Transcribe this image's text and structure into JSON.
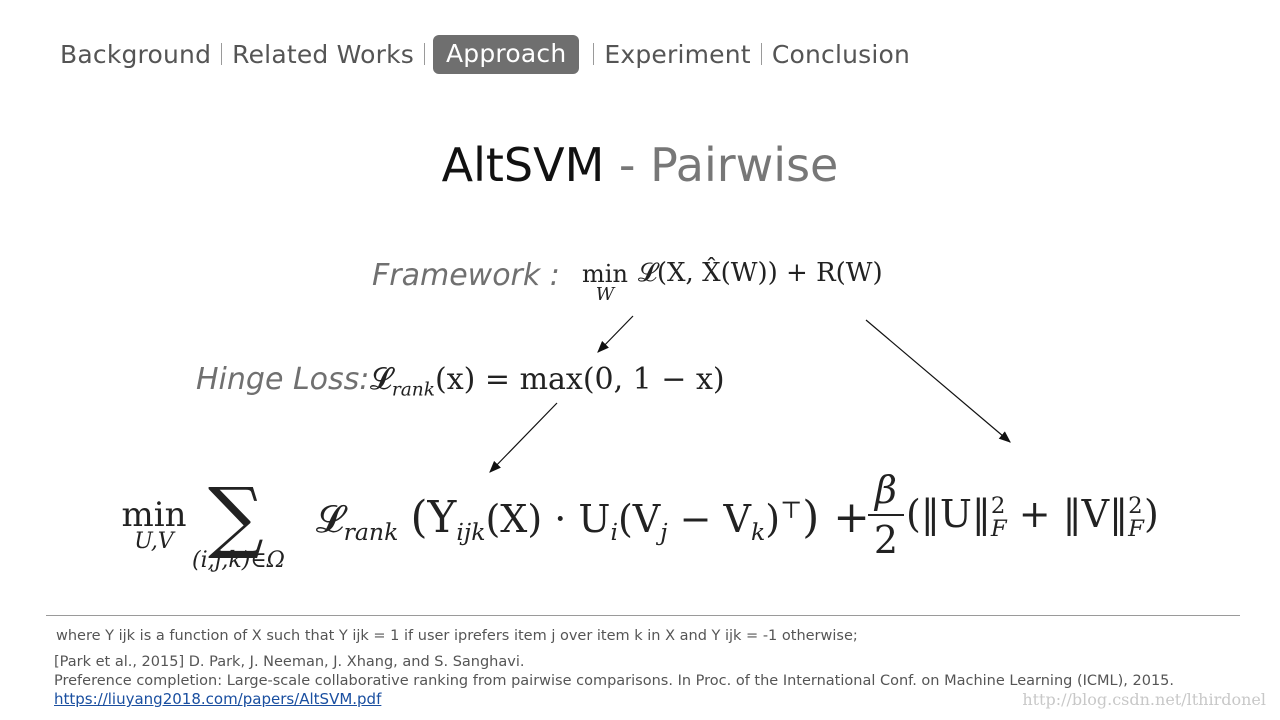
{
  "nav": {
    "items": [
      {
        "label": "Background",
        "active": false
      },
      {
        "label": "Related Works",
        "active": false
      },
      {
        "label": "Approach",
        "active": true
      },
      {
        "label": "Experiment",
        "active": false
      },
      {
        "label": "Conclusion",
        "active": false
      }
    ]
  },
  "title": {
    "main": "AltSVM",
    "sep": " - ",
    "sub": "Pairwise"
  },
  "framework": {
    "label": "Framework :",
    "min": "min",
    "min_sub": "W",
    "expr": "𝓛(X, X̂(W)) + R(W)"
  },
  "hinge": {
    "label": "Hinge Loss:",
    "expr_L": "𝓛",
    "expr_sub": "rank",
    "expr_rest": "(x) = max(0, 1 − x)"
  },
  "formula": {
    "min": "min",
    "min_sub": "U,V",
    "sum": "∑",
    "sum_sub": "(i,j,k)∈Ω",
    "loss_L": "𝓛",
    "loss_sub": "rank",
    "body_a": "(Y",
    "body_a_sub": "ijk",
    "body_b": "(X) · U",
    "body_b_sub": "i",
    "body_c": "(V",
    "body_c_sub": "j",
    "body_d": " − V",
    "body_d_sub": "k",
    "body_e": ")",
    "body_e_sup": "⊤",
    "body_f": ") +",
    "frac_num": "β",
    "frac_den": "2",
    "reg_a": "(‖U‖",
    "reg_a_sub": "F",
    "reg_a_sup": "2",
    "reg_b": " + ‖V‖",
    "reg_b_sub": "F",
    "reg_b_sup": "2",
    "reg_c": ")"
  },
  "footnote": {
    "where": "where Y ijk is a function of X such that Y ijk = 1 if user iprefers item j over item k in X and Y ijk = -1 otherwise;",
    "ref1": "[Park et al., 2015]  D. Park, J. Neeman, J. Xhang, and S. Sanghavi.",
    "ref2": "Preference completion: Large-scale collaborative ranking from pairwise comparisons.  In Proc. of the International Conf. on Machine Learning (ICML), 2015.",
    "link": "https://liuyang2018.com/papers/AltSVM.pdf",
    "watermark": "http://blog.csdn.net/lthirdonel"
  }
}
